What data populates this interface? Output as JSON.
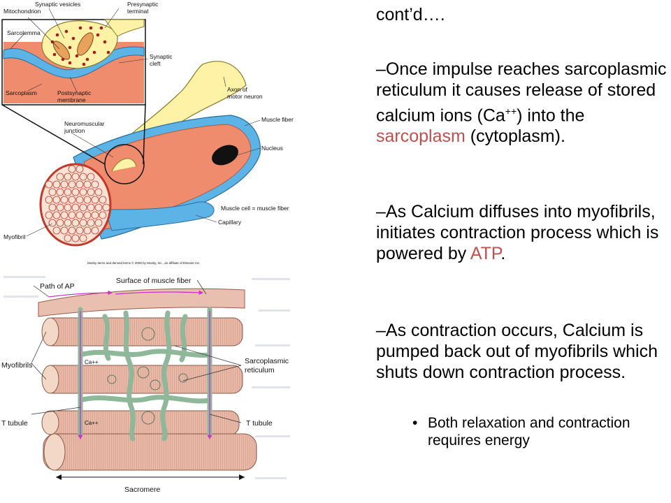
{
  "slide": {
    "heading": "cont’d….",
    "p1": {
      "dash": "–",
      "a": "Once impulse reaches sarcoplasmic reticulum it causes release of stored calcium ions (Ca",
      "sup": "++",
      "b": ") into the ",
      "accent": "sarcoplasm",
      "c": " (cytoplasm)."
    },
    "p2": {
      "dash": "–",
      "a": "As Calcium diffuses into myofibrils, initiates contraction process which is powered by ",
      "accent": "ATP",
      "c": "."
    },
    "p3": {
      "dash": "–",
      "a": "As contraction occurs, Calcium is pumped back out of myofibrils which shuts down contraction process."
    },
    "bullet": {
      "marker": "•",
      "text": "Both relaxation and contraction requires energy"
    },
    "accent_color": "#c0504d"
  },
  "figure_top": {
    "labels": {
      "synaptic_vesicles": "Synaptic vesicles",
      "presynaptic": "Presynaptic",
      "terminal": "terminal",
      "mitochondrion": "Mitochondrion",
      "sarcolemma": "Sarcolemma",
      "synaptic": "Synaptic",
      "cleft": "cleft",
      "sarcoplasm": "Sarcoplasm",
      "postsynaptic": "Postsynaptic",
      "membrane": "membrane",
      "axon1": "Axon of",
      "axon2": "motor neuron",
      "muscle_fiber": "Muscle fiber",
      "neuromuscular": "Neuromuscular",
      "junction": "junction",
      "nucleus": "Nucleus",
      "muscle_cell": "Muscle cell = muscle fiber",
      "capillary": "Capillary",
      "myofibril": "Myofibril",
      "credit": "Mosby items and derived items © 2008 by Mosby, Inc., an affiliate of Elsevier Inc."
    }
  },
  "figure_bottom": {
    "labels": {
      "path_of_ap": "Path of AP",
      "surface": "Surface of muscle fiber",
      "myofibrils": "Myofibrils",
      "ca1": "Ca++",
      "ca2": "Ca++",
      "sarco1": "Sarcoplasmic",
      "sarco2": "reticulum",
      "ttubule_left": "T tubule",
      "ttubule_right": "T tubule",
      "sacromere": "Sacromere"
    }
  }
}
